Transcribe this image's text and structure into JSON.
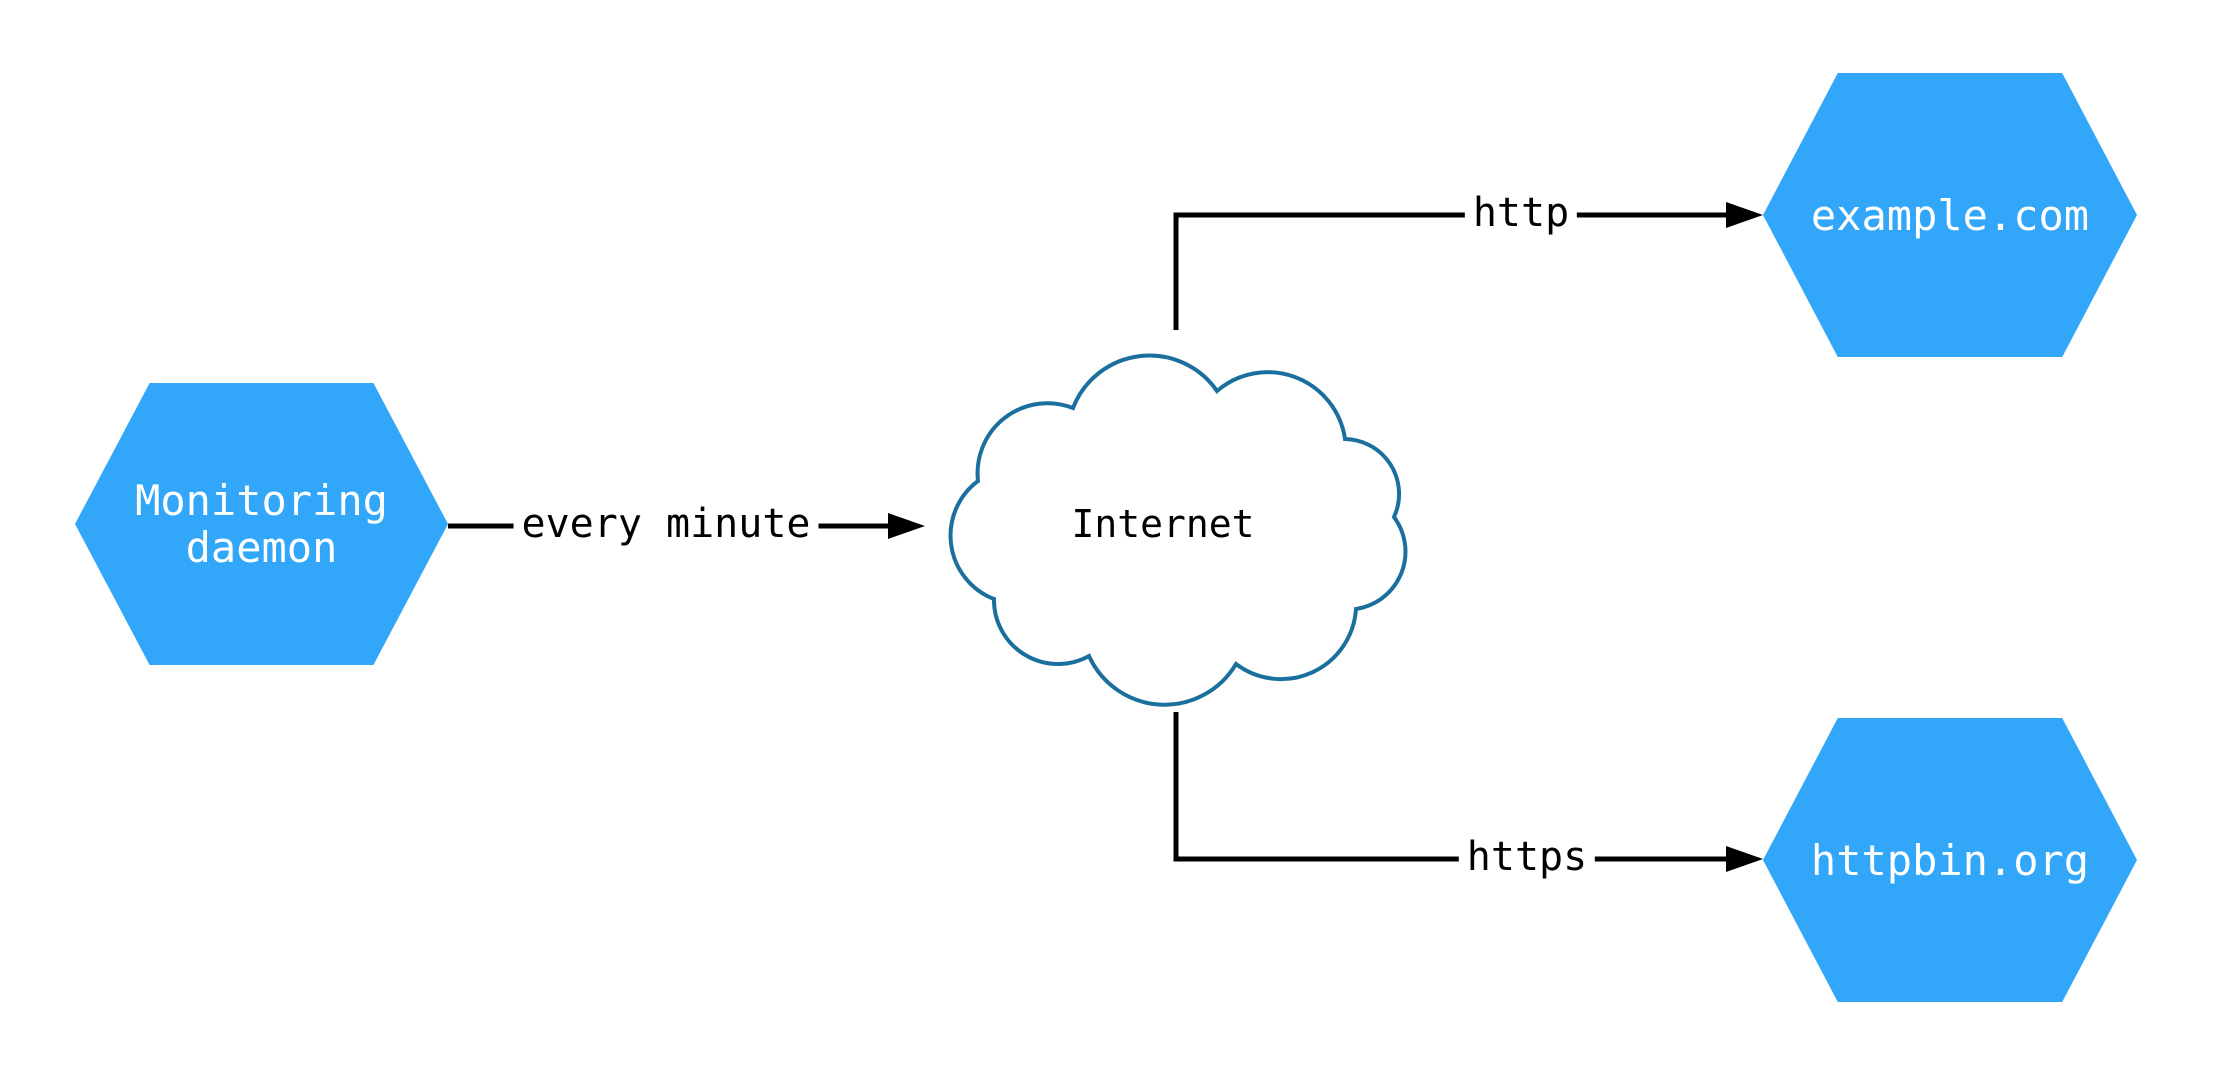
{
  "colors": {
    "node_fill": "#32a6f8",
    "node_text": "#ffffff",
    "cloud_stroke": "#1b6f9e",
    "edge": "#000000",
    "background": "#ffffff"
  },
  "nodes": {
    "monitoring_daemon": {
      "shape": "hexagon",
      "label": "Monitoring daemon",
      "label_lines": [
        "Monitoring",
        "daemon"
      ]
    },
    "internet": {
      "shape": "cloud",
      "label": "Internet"
    },
    "example_com": {
      "shape": "hexagon",
      "label": "example.com"
    },
    "httpbin_org": {
      "shape": "hexagon",
      "label": "httpbin.org"
    }
  },
  "edges": {
    "monitoring_to_internet": {
      "label": "every minute",
      "from": "monitoring_daemon",
      "to": "internet"
    },
    "internet_to_example": {
      "label": "http",
      "from": "internet",
      "to": "example_com"
    },
    "internet_to_httpbin": {
      "label": "https",
      "from": "internet",
      "to": "httpbin_org"
    }
  }
}
